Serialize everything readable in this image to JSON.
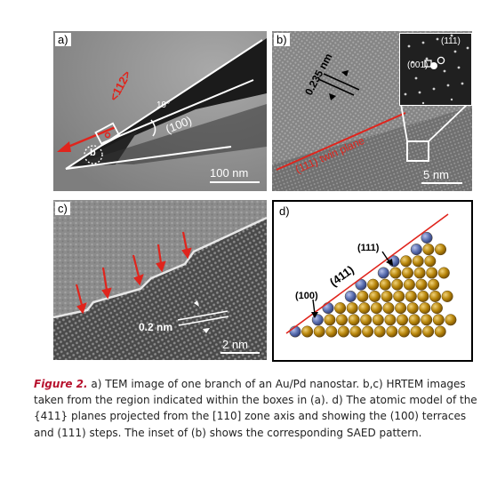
{
  "panels": {
    "a": {
      "label": "a)",
      "direction": "<112>",
      "angle": "19°",
      "plane": "(100)",
      "marker": "b",
      "scale_bar": "100 nm"
    },
    "b": {
      "label": "b)",
      "spacing": "0.235 nm",
      "plane_label": "(111) twin plane",
      "inset_top": "(111)",
      "inset_left": "(001)",
      "scale_bar": "5 nm"
    },
    "c": {
      "label": "c)",
      "spacing": "0.2 nm",
      "scale_bar": "2 nm"
    },
    "d": {
      "label": "d)",
      "step_label": "(111)",
      "plane_label": "(411)",
      "terrace_label": "(100)"
    }
  },
  "caption": {
    "figure_label": "Figure 2.",
    "text": "a) TEM image of one branch of an Au/Pd nanostar. b,c) HRTEM images taken from the region indicated within the boxes in (a). d) The atomic model of the {411} planes projected from the [110] zone axis and showing the (100) terraces and (111) steps. The inset of (b) shows the corresponding SAED pattern."
  },
  "colors": {
    "arrow_red": "#e0241c",
    "caption_accent": "#b7122e",
    "atom_gold": "#b8860b",
    "atom_blue": "#5a6fb0"
  }
}
